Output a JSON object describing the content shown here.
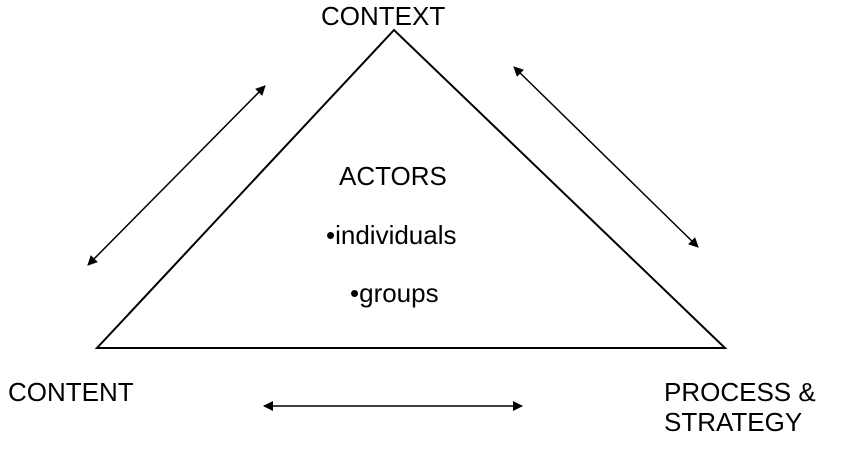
{
  "nodes": {
    "top": "CONTEXT",
    "bottom_left": "CONTENT",
    "bottom_right_line1": "PROCESS &",
    "bottom_right_line2": "STRATEGY"
  },
  "center": {
    "title": "ACTORS",
    "items": [
      "•individuals",
      "•groups"
    ]
  },
  "edges": [
    {
      "between": [
        "CONTEXT",
        "CONTENT"
      ],
      "type": "bidirectional-arrow"
    },
    {
      "between": [
        "CONTEXT",
        "PROCESS & STRATEGY"
      ],
      "type": "bidirectional-arrow"
    },
    {
      "between": [
        "CONTENT",
        "PROCESS & STRATEGY"
      ],
      "type": "bidirectional-arrow"
    }
  ],
  "colors": {
    "stroke": "#000000",
    "background": "#ffffff"
  }
}
